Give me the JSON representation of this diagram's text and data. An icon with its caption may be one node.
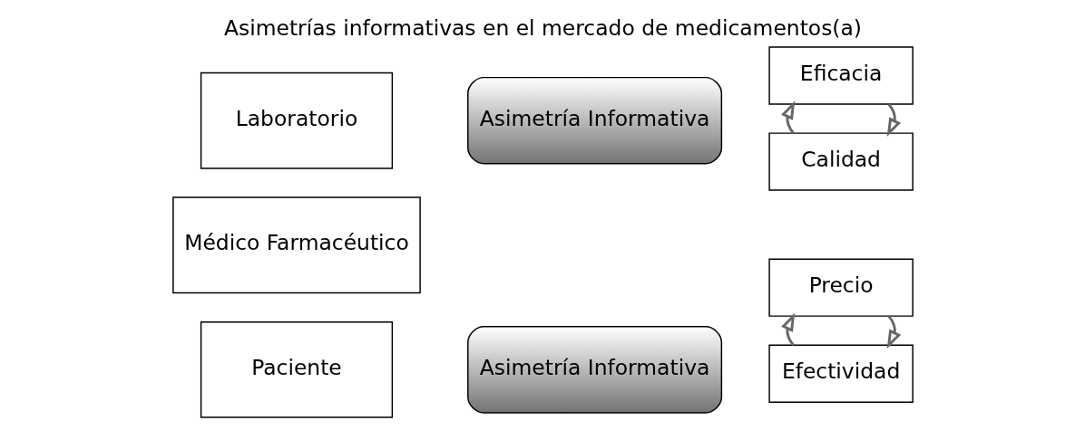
{
  "diagram": {
    "title": "Asimetrías informativas en el mercado de medicamentos(a)",
    "nodes": [
      {
        "text": [
          "Laboratorio"
        ]
      },
      {
        "text": [
          "Asimetría Informativa"
        ]
      },
      {
        "text": [
          "Eficacia"
        ]
      },
      {
        "text": [
          "Calidad"
        ]
      },
      {
        "text": [
          "Médico Farmacéutico"
        ]
      },
      {
        "text": [
          "Precio"
        ]
      },
      {
        "text": [
          "Paciente"
        ]
      },
      {
        "text": [
          "Asimetría Informativa"
        ]
      },
      {
        "text": [
          "Efectividad"
        ]
      }
    ],
    "edges": [
      {
        "from": 2,
        "to": 3,
        "arrow": "to"
      },
      {
        "from": 3,
        "to": 2,
        "arrow": "to"
      },
      {
        "from": 5,
        "to": 8,
        "arrow": "to"
      },
      {
        "from": 8,
        "to": 5,
        "arrow": "to"
      }
    ]
  }
}
